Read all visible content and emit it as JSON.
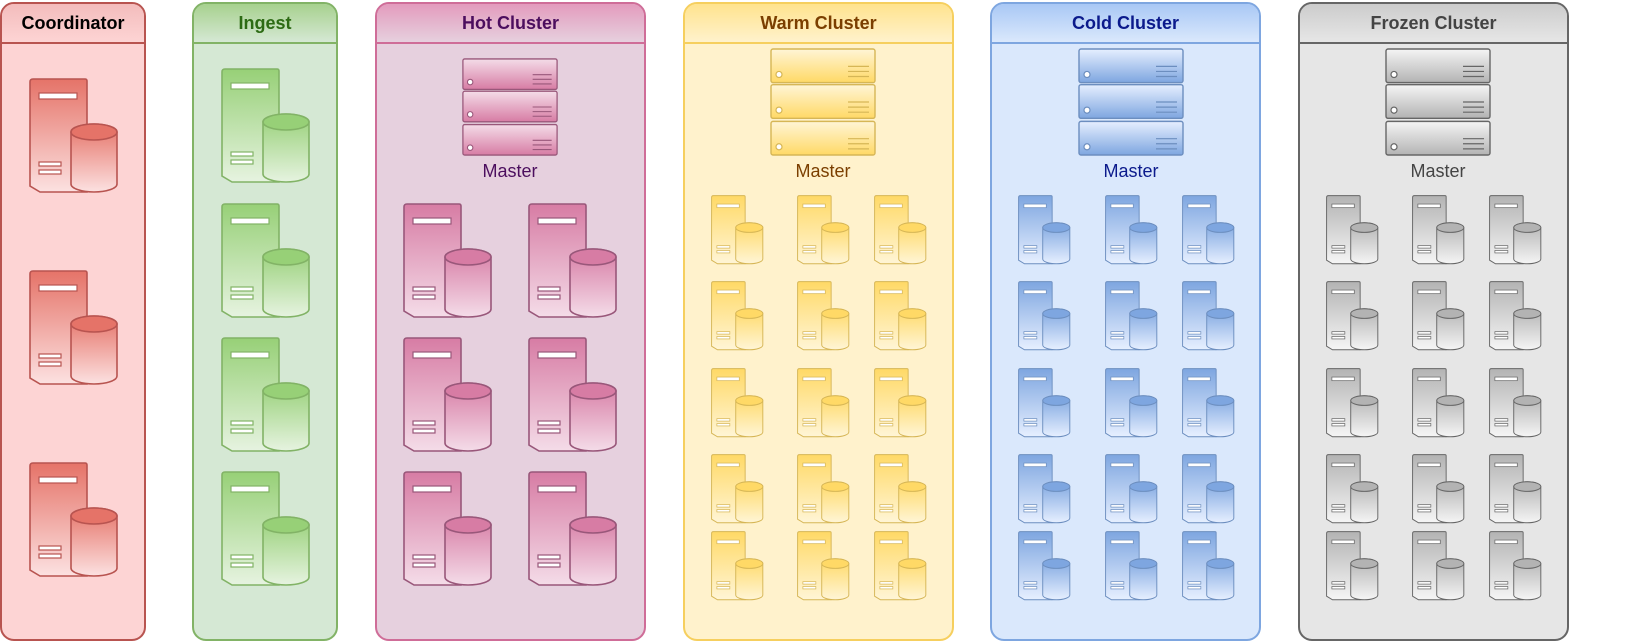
{
  "panels": [
    {
      "key": "coordinator",
      "title": "Coordinator",
      "master_label": null,
      "colors": {
        "fill": "#fdd4d4",
        "stroke": "#b85450",
        "header": "#f3bcbc",
        "text": "#000000",
        "icon_top": "#e57368",
        "icon_bottom": "#fce1e1",
        "icon_stroke": "#b85450"
      }
    },
    {
      "key": "ingest",
      "title": "Ingest",
      "master_label": null,
      "colors": {
        "fill": "#d5e8d4",
        "stroke": "#82b366",
        "header": "#a7d18e",
        "text": "#2d6b14",
        "icon_top": "#97d077",
        "icon_bottom": "#e6f3e0",
        "icon_stroke": "#82b366"
      }
    },
    {
      "key": "hot",
      "title": "Hot Cluster",
      "master_label": "Master",
      "colors": {
        "fill": "#e6d0de",
        "stroke": "#cf6d98",
        "header": "#e39bbd",
        "text": "#4c0e5e",
        "icon_top": "#d77ca4",
        "icon_bottom": "#f4dce8",
        "icon_stroke": "#99577a"
      }
    },
    {
      "key": "warm",
      "title": "Warm Cluster",
      "master_label": "Master",
      "colors": {
        "fill": "#fff2cc",
        "stroke": "#f6cf5e",
        "header": "#ffe38e",
        "text": "#7b3f00",
        "icon_top": "#ffd966",
        "icon_bottom": "#fff5d6",
        "icon_stroke": "#d6b656"
      }
    },
    {
      "key": "cold",
      "title": "Cold Cluster",
      "master_label": "Master",
      "colors": {
        "fill": "#dae8fc",
        "stroke": "#7ea6e0",
        "header": "#a9c8f5",
        "text": "#0b1a8c",
        "icon_top": "#7ea6e0",
        "icon_bottom": "#e6efff",
        "icon_stroke": "#6c8ebf"
      }
    },
    {
      "key": "frozen",
      "title": "Frozen Cluster",
      "master_label": "Master",
      "colors": {
        "fill": "#e6e6e6",
        "stroke": "#666666",
        "header": "#cccccc",
        "text": "#444444",
        "icon_top": "#b3b3b3",
        "icon_bottom": "#f5f5f5",
        "icon_stroke": "#666666"
      }
    }
  ],
  "node_counts": {
    "coordinator": 3,
    "ingest": 4,
    "hot": 6,
    "warm": 15,
    "cold": 15,
    "frozen": 15
  },
  "icons": {
    "node": "server-database-icon",
    "master": "server-rack-icon"
  }
}
